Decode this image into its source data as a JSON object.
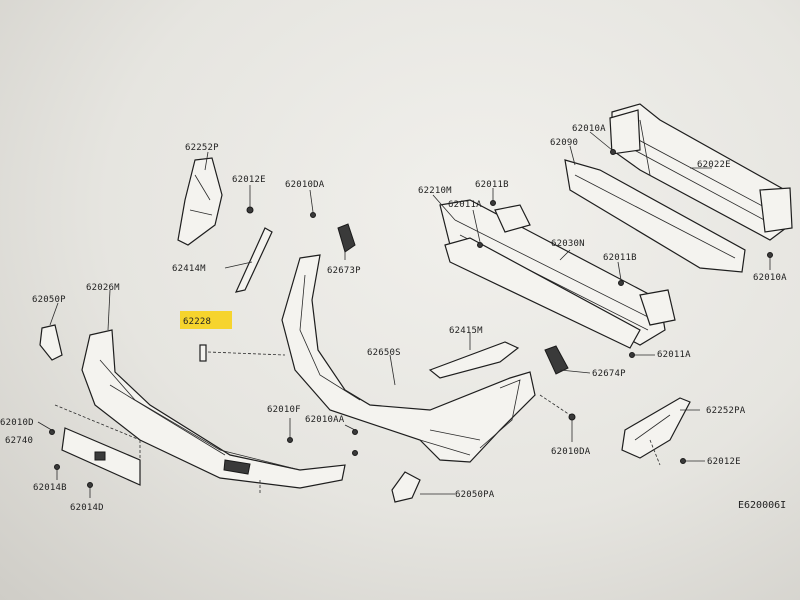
{
  "diagram": {
    "code": "E620006I",
    "highlighted_part": "62228",
    "labels": {
      "p62252P": "62252P",
      "p62012E_a": "62012E",
      "p62010DA_a": "62010DA",
      "p62414M": "62414M",
      "p62673P": "62673P",
      "p62210M": "62210M",
      "p62011B_a": "62011B",
      "p62011A_a": "62011A",
      "p62010A": "62010A",
      "p62090": "62090",
      "p62022E": "62022E",
      "p62030N": "62030N",
      "p62011B_b": "62011B",
      "p62010A_b": "62010A",
      "p62050P": "62050P",
      "p62026M": "62026M",
      "p62228": "62228",
      "p62415M": "62415M",
      "p62650S": "62650S",
      "p62011A_b": "62011A",
      "p62674P": "62674P",
      "p62010D": "62010D",
      "p62740": "62740",
      "p62010F": "62010F",
      "p62010AA": "62010AA",
      "p62252PA": "62252PA",
      "p62010DA_b": "62010DA",
      "p62012E_b": "62012E",
      "p62014B": "62014B",
      "p62014D": "62014D",
      "p62050PA": "62050PA"
    }
  }
}
